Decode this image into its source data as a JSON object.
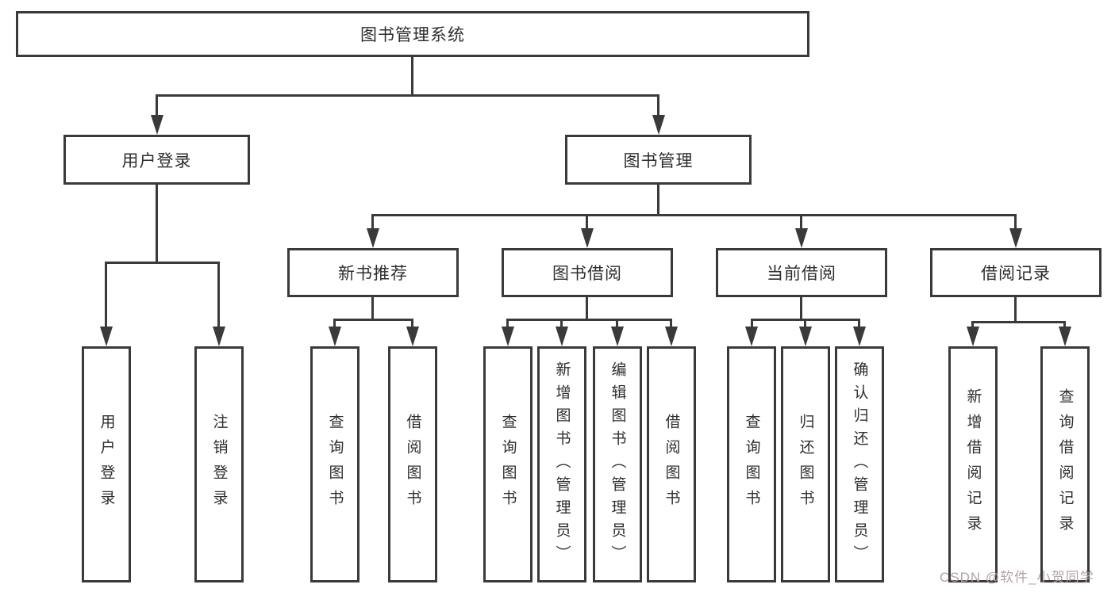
{
  "diagram": {
    "title": "图书管理系统",
    "line_color": "#3a3a3a",
    "watermark": "CSDN @软件_小贺同学",
    "nodes": {
      "root": "图书管理系统",
      "user_login": "用户登录",
      "book_management": "图书管理",
      "new_book_recommend": "新书推荐",
      "book_borrowing": "图书借阅",
      "current_borrowing": "当前借阅",
      "borrowing_records": "借阅记录",
      "leaf_user_login": "用户登录",
      "leaf_logout": "注销登录",
      "leaf_recommend_query_book": "查询图书",
      "leaf_recommend_borrow_book": "借阅图书",
      "leaf_borrowing_query_book": "查询图书",
      "leaf_borrowing_add_book": "新增图书（管理员）",
      "leaf_borrowing_edit_book": "编辑图书（管理员）",
      "leaf_borrowing_borrow_book": "借阅图书",
      "leaf_current_query_book": "查询图书",
      "leaf_current_return_book": "归还图书",
      "leaf_current_confirm_return": "确认归还（管理员）",
      "leaf_records_add_record": "新增借阅记录",
      "leaf_records_query_record": "查询借阅记录"
    }
  }
}
